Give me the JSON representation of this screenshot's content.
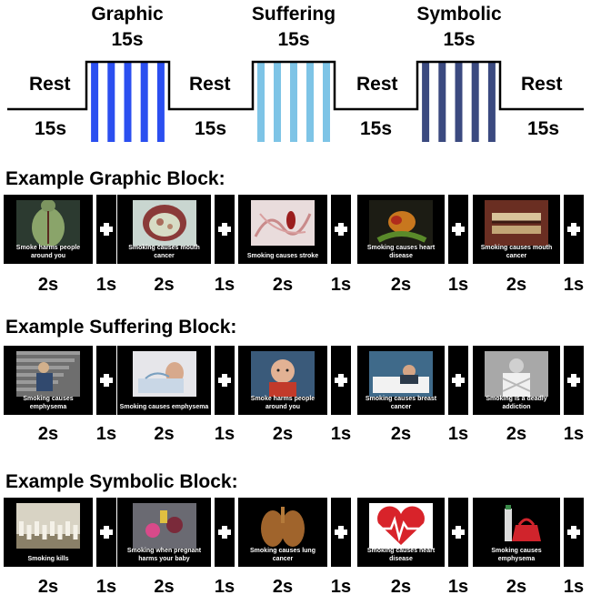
{
  "timeline": {
    "conditions": [
      {
        "label": "Graphic",
        "duration": "15s",
        "color": "#2b4ff0"
      },
      {
        "label": "Suffering",
        "duration": "15s",
        "color": "#7ec4e6"
      },
      {
        "label": "Symbolic",
        "duration": "15s",
        "color": "#3b4a80"
      }
    ],
    "rests": [
      {
        "label": "Rest",
        "duration": "15s"
      },
      {
        "label": "Rest",
        "duration": "15s"
      },
      {
        "label": "Rest",
        "duration": "15s"
      },
      {
        "label": "Rest",
        "duration": "15s"
      }
    ]
  },
  "blocks": [
    {
      "title": "Example Graphic Block:",
      "trials": [
        {
          "caption": "Smoke harms people around you",
          "image": "diseased-torso-photo",
          "duration": "2s",
          "fixation_duration": "1s"
        },
        {
          "caption": "Smoking causes mouth cancer",
          "image": "mouth-cancer-photo",
          "duration": "2s",
          "fixation_duration": "1s"
        },
        {
          "caption": "Smoking causes stroke",
          "image": "brain-stroke-photo",
          "duration": "2s",
          "fixation_duration": "1s"
        },
        {
          "caption": "Smoking causes heart disease",
          "image": "diseased-heart-photo",
          "duration": "2s",
          "fixation_duration": "1s"
        },
        {
          "caption": "Smoking causes mouth cancer",
          "image": "rotten-teeth-photo",
          "duration": "2s",
          "fixation_duration": "1s"
        }
      ]
    },
    {
      "title": "Example Suffering Block:",
      "trials": [
        {
          "caption": "Smoking causes emphysema",
          "image": "man-on-stairs-photo",
          "duration": "2s",
          "fixation_duration": "1s"
        },
        {
          "caption": "Smoking causes emphysema",
          "image": "man-with-oxygen-photo",
          "duration": "2s",
          "fixation_duration": "1s"
        },
        {
          "caption": "Smoke harms people around you",
          "image": "crying-child-photo",
          "duration": "2s",
          "fixation_duration": "1s"
        },
        {
          "caption": "Smoking causes breast cancer",
          "image": "woman-in-bed-photo",
          "duration": "2s",
          "fixation_duration": "1s"
        },
        {
          "caption": "Smoking is a deadly addiction",
          "image": "woman-in-hospital-photo",
          "duration": "2s",
          "fixation_duration": "1s"
        }
      ]
    },
    {
      "title": "Example Symbolic Block:",
      "trials": [
        {
          "caption": "Smoking kills",
          "image": "graveyard-photo",
          "duration": "2s",
          "fixation_duration": "1s"
        },
        {
          "caption": "Smoking when pregnant harms your baby",
          "image": "baby-toys-photo",
          "duration": "2s",
          "fixation_duration": "1s"
        },
        {
          "caption": "Smoking causes lung cancer",
          "image": "tobacco-lungs-photo",
          "duration": "2s",
          "fixation_duration": "1s"
        },
        {
          "caption": "Smoking causes heart disease",
          "image": "heartbeat-heart-photo",
          "duration": "2s",
          "fixation_duration": "1s"
        },
        {
          "caption": "Smoking causes emphysema",
          "image": "oxygen-tank-handbag-photo",
          "duration": "2s",
          "fixation_duration": "1s"
        }
      ]
    }
  ]
}
